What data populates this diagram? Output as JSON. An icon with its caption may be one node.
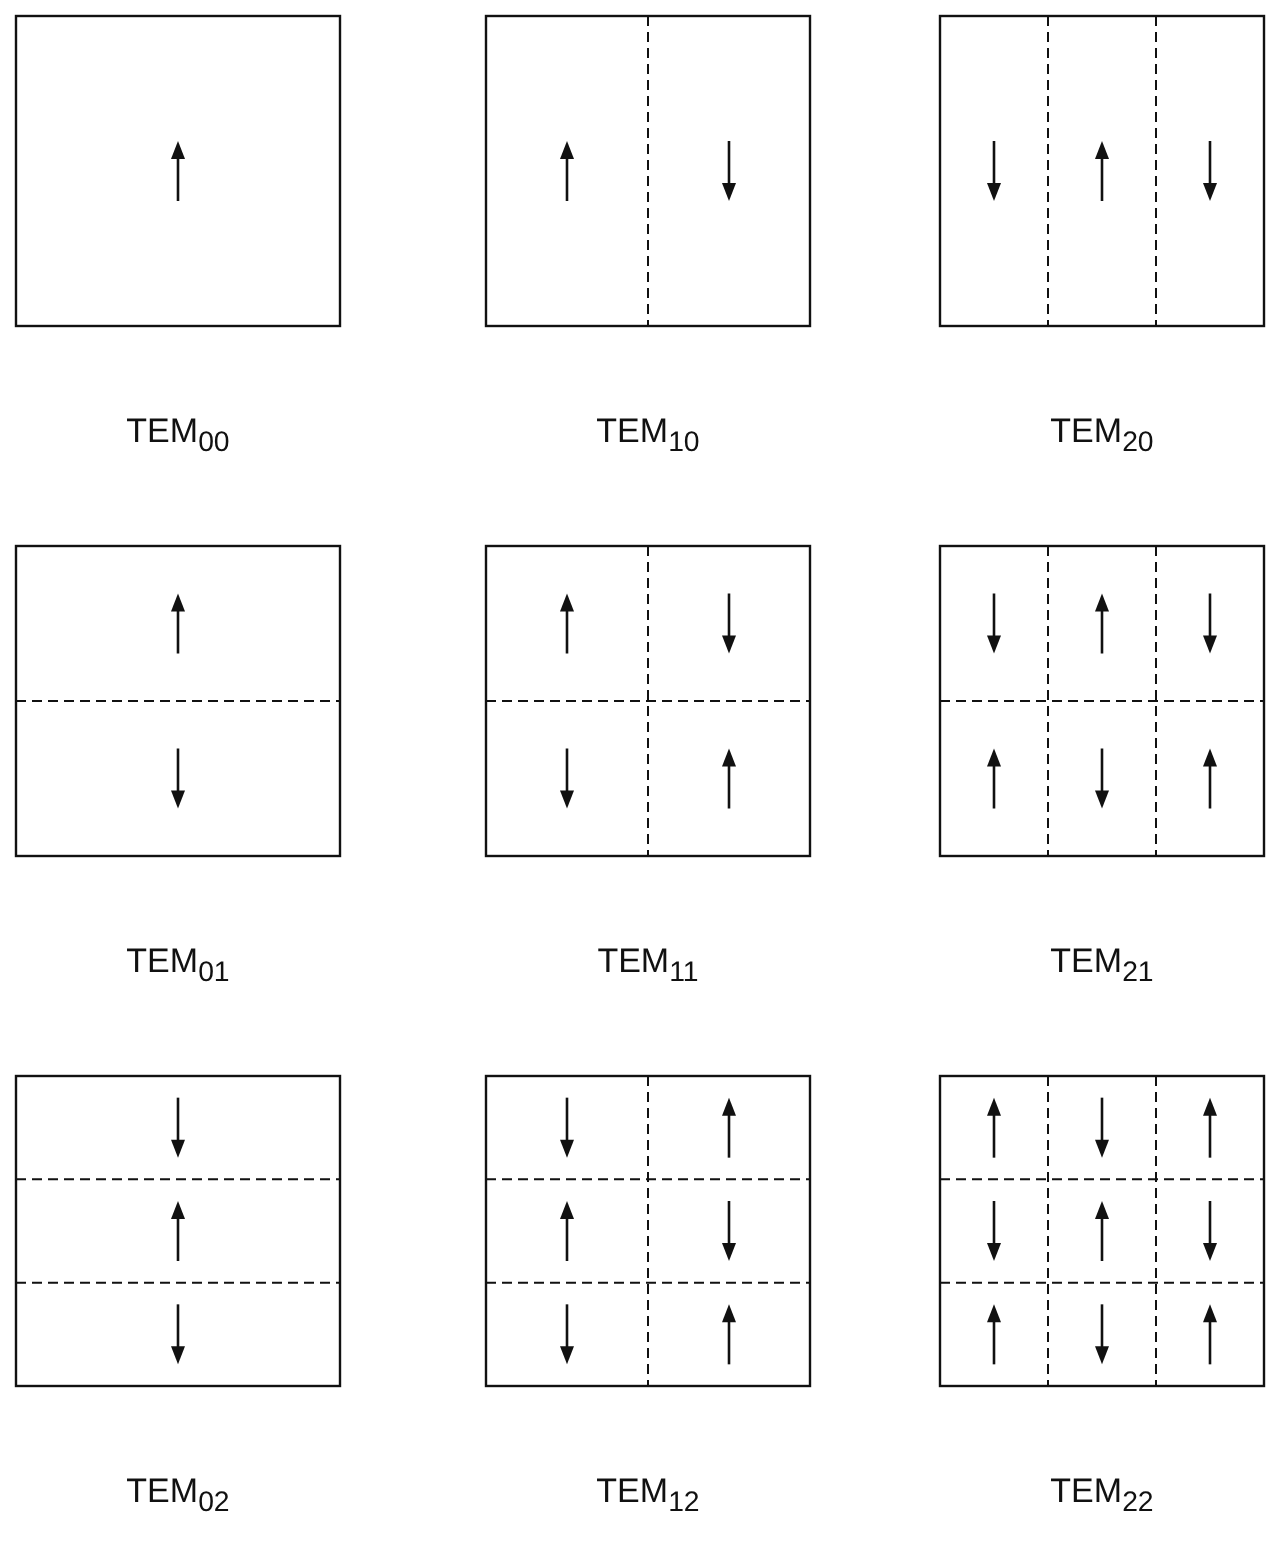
{
  "diagram": {
    "labels": [
      "TEM$_{00}$",
      "TEM$_{10}$",
      "TEM$_{20}$",
      "TEM$_{01}$",
      "TEM$_{11}$",
      "TEM$_{21}$",
      "TEM$_{02}$",
      "TEM$_{12}$",
      "TEM$_{22}$"
    ]
  }
}
